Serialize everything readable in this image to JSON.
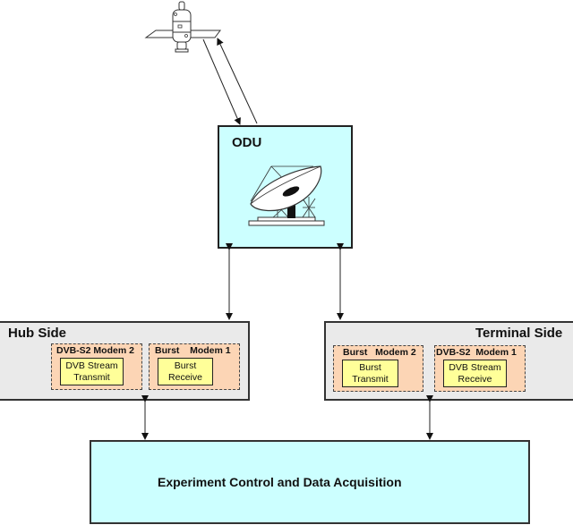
{
  "diagram": {
    "odu": {
      "label": "ODU",
      "icon": "satellite-dish-icon"
    },
    "satellite": {
      "icon": "satellite-icon"
    },
    "hub_side": {
      "title": "Hub Side",
      "modems": [
        {
          "title": "DVB-S2 Modem 2",
          "function": [
            "DVB Stream",
            "Transmit"
          ]
        },
        {
          "title": "Burst    Modem 1",
          "function": [
            "Burst",
            "Receive"
          ]
        }
      ]
    },
    "terminal_side": {
      "title": "Terminal Side",
      "modems": [
        {
          "title": "Burst   Modem 2",
          "function": [
            "Burst",
            "Transmit"
          ]
        },
        {
          "title": "DVB-S2  Modem 1",
          "function": [
            "DVB Stream",
            "Receive"
          ]
        }
      ]
    },
    "daq": {
      "label": "Experiment Control and Data Acquisition"
    },
    "colors": {
      "cyan": "#ccffff",
      "gray": "#eaeaea",
      "peach": "#fcd5b5",
      "yellow": "#ffff99"
    }
  }
}
